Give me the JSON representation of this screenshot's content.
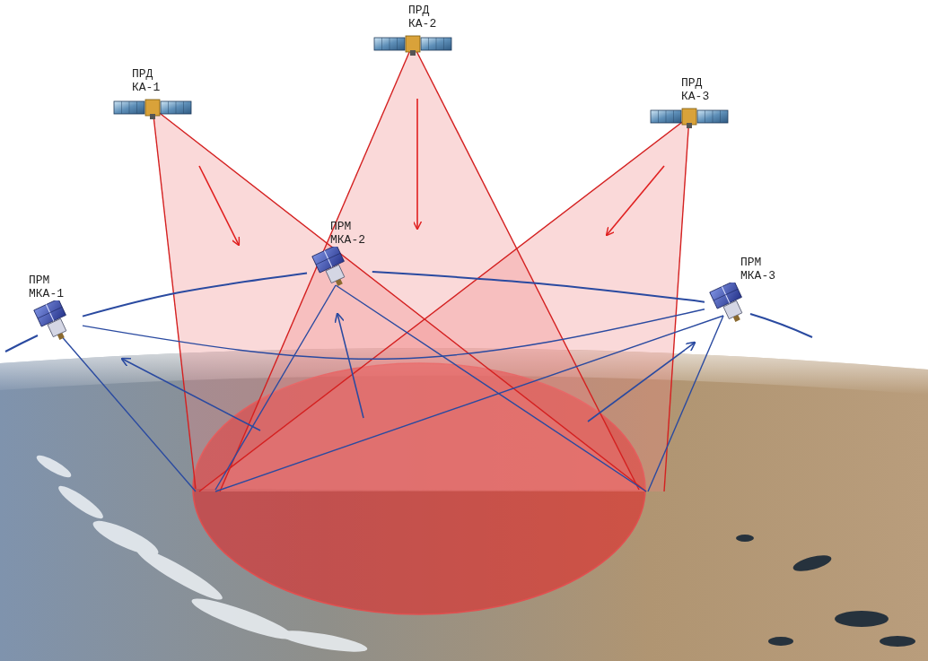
{
  "diagram": {
    "nodes": [
      {
        "text": [
          "ПРД КА-1"
        ]
      },
      {
        "text": [
          "ПРД КА-2"
        ]
      },
      {
        "text": [
          "ПРД КА-3"
        ]
      },
      {
        "text": [
          "ПРМ МКА-1"
        ]
      },
      {
        "text": [
          "ПРМ МКА-2"
        ]
      },
      {
        "text": [
          "ПРМ МКА-3"
        ]
      }
    ],
    "edges": [
      {
        "from": 3,
        "to": 4,
        "arrow": "none"
      },
      {
        "from": 4,
        "to": 5,
        "arrow": "none"
      },
      {
        "from": 3,
        "to": 5,
        "arrow": "none"
      }
    ]
  }
}
